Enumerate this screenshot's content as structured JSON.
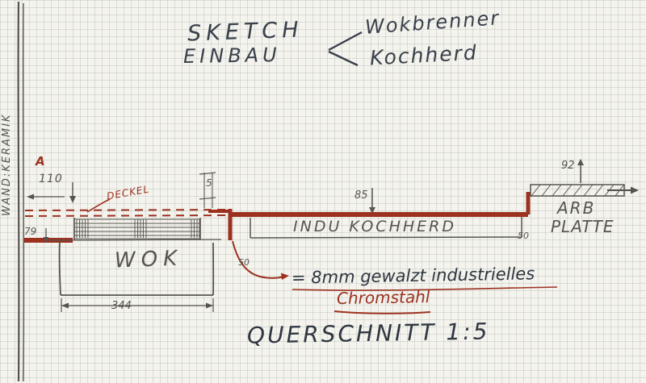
{
  "title": {
    "line1": "SKETCH",
    "line2": "EINBAU",
    "branch_top": "Wokbrenner",
    "branch_bottom": "Kochherd"
  },
  "wall_label": "WAND:KERAMIK",
  "labels": {
    "wok": "WOK",
    "cooktop": "INDU KOCHHERD",
    "worktop_line1": "ARB",
    "worktop_line2": "PLATTE",
    "deckel": "DECKEL",
    "marker_a": "A"
  },
  "dimensions": {
    "d110": "110",
    "d79": "79",
    "d5": "5",
    "d85": "85",
    "d92": "92",
    "d50_cooktop": "50",
    "d50_leader": "50",
    "d344": "344"
  },
  "notes": {
    "material_line1": "= 8mm gewalzt industrielles",
    "material_line2": "Chromstahl",
    "caption": "QUERSCHNITT 1:5"
  },
  "colors": {
    "ink": "#39404a",
    "pencil": "#56544e",
    "red": "#9c3120",
    "note": "#2e3640"
  }
}
